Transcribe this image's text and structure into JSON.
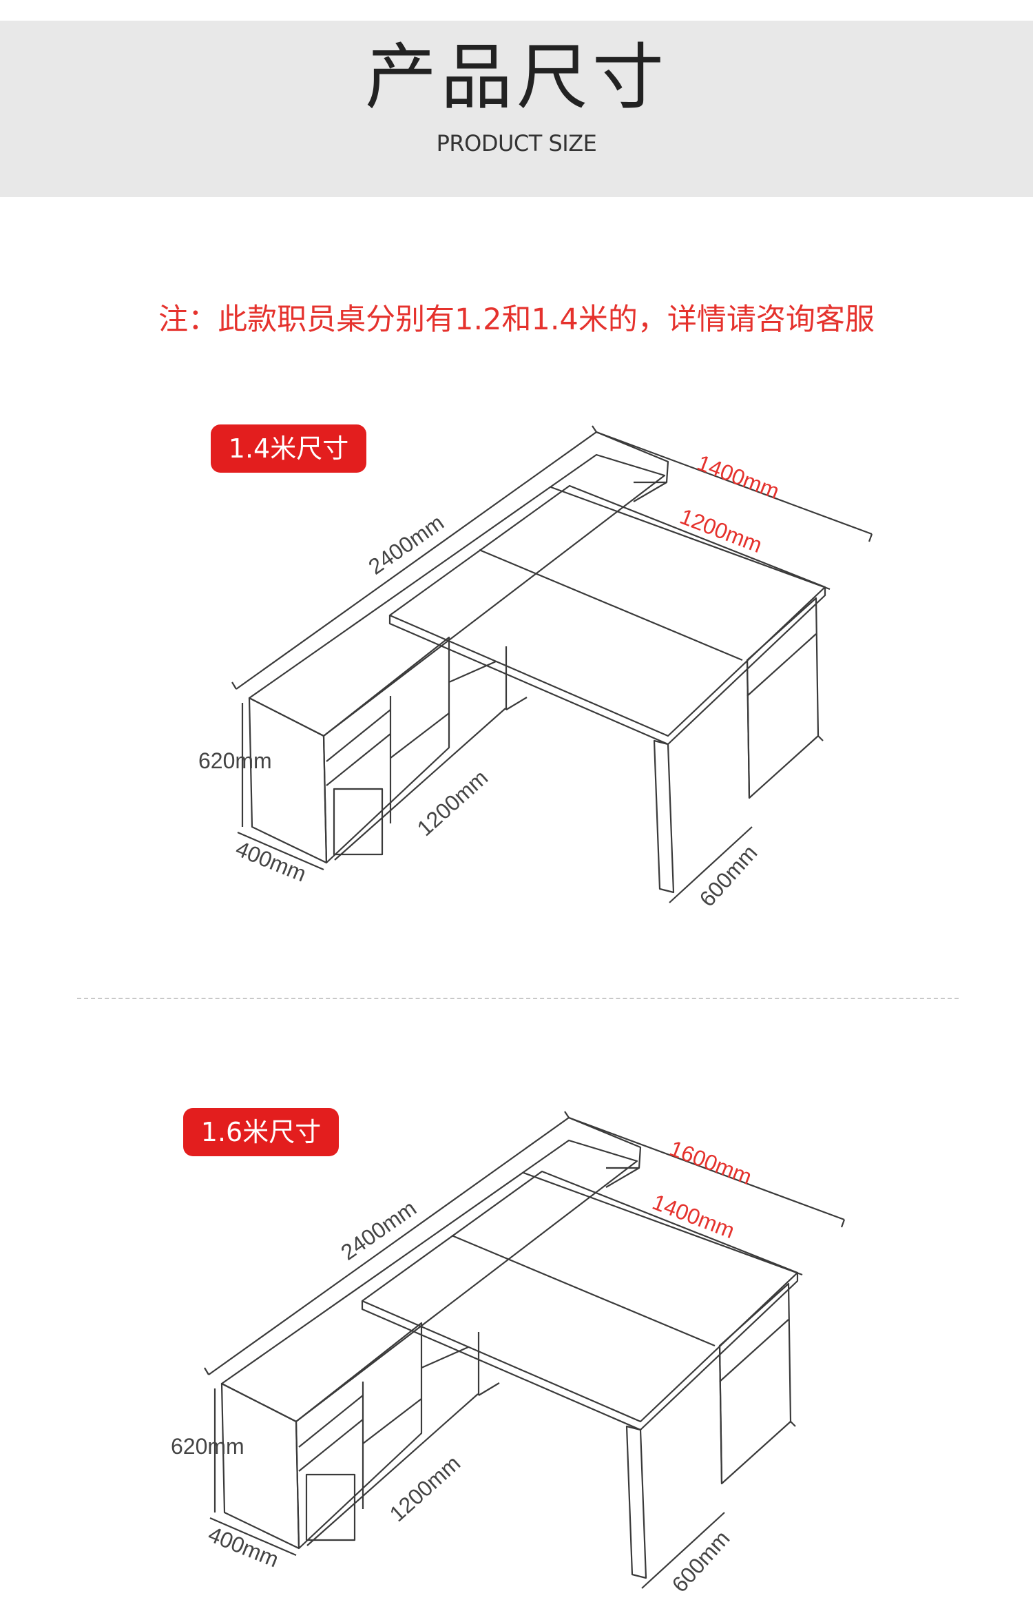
{
  "header": {
    "title_cn": "产品尺寸",
    "title_en": "PRODUCT SIZE"
  },
  "note": "注：此款职员桌分别有1.2和1.4米的，详情请咨询客服",
  "diagrams": [
    {
      "label": "1.4米尺寸",
      "dims": {
        "overall": "2400mm",
        "top_width": "1400mm",
        "desk_width": "1200mm",
        "height": "620mm",
        "cabinet_depth": "400mm",
        "cabinet_length": "1200mm",
        "desk_depth": "600mm"
      }
    },
    {
      "label": "1.6米尺寸",
      "dims": {
        "overall": "2400mm",
        "top_width": "1600mm",
        "desk_width": "1400mm",
        "height": "620mm",
        "cabinet_depth": "400mm",
        "cabinet_length": "1200mm",
        "desk_depth": "600mm"
      }
    }
  ],
  "colors": {
    "accent": "#e31e1e",
    "note_text": "#e5322d",
    "header_bg": "#e8e8e8",
    "line": "#3a3a3a"
  }
}
